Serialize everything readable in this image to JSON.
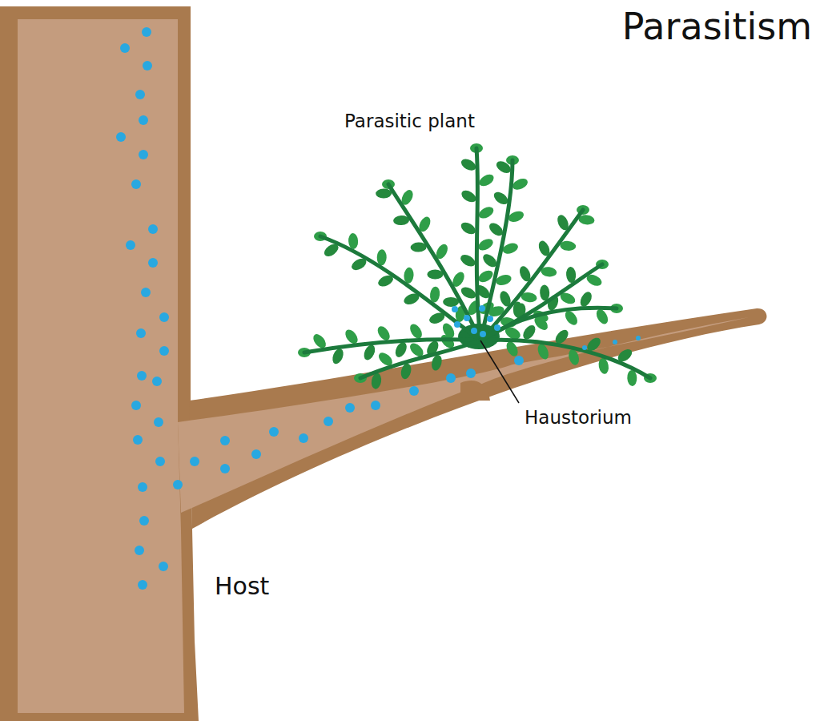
{
  "diagram": {
    "title": "Parasitism",
    "labels": [
      "Parasitic plant",
      "Haustorium",
      "Host"
    ]
  }
}
